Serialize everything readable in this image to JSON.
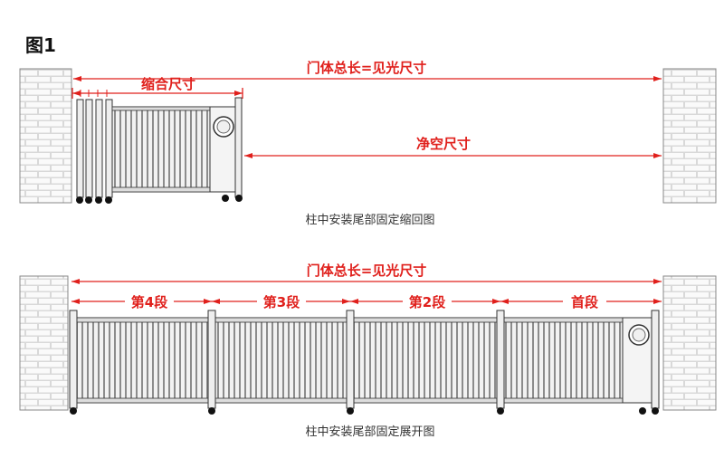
{
  "figure_label": "图1",
  "colors": {
    "dimension": "#e0201c",
    "outline": "#222222",
    "brick_mortar": "#d9d9d9",
    "brick_face": "#fafafa",
    "gate_fill": "#e4e4e4"
  },
  "top_diagram": {
    "total_length_label": "门体总长=见光尺寸",
    "retracted_label": "缩合尺寸",
    "clear_opening_label": "净空尺寸",
    "caption": "柱中安装尾部固定缩回图"
  },
  "bottom_diagram": {
    "total_length_label": "门体总长=见光尺寸",
    "segments": [
      {
        "label": "第4段"
      },
      {
        "label": "第3段"
      },
      {
        "label": "第2段"
      },
      {
        "label": "首段"
      }
    ],
    "caption": "柱中安装尾部固定展开图"
  }
}
